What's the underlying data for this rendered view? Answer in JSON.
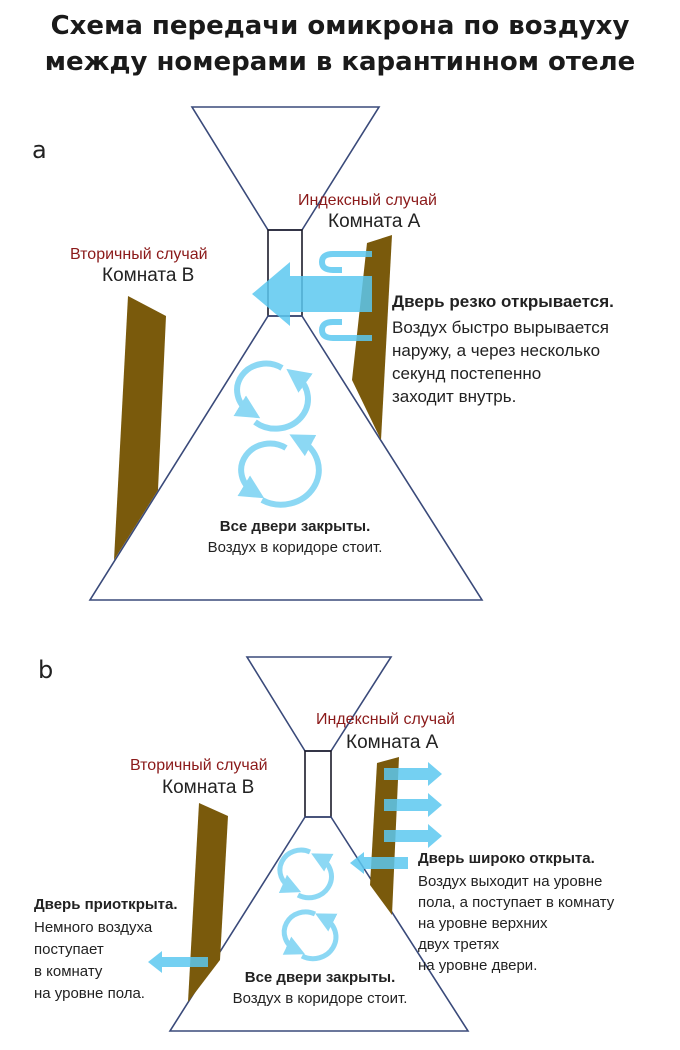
{
  "title": {
    "line1": "Схема передачи омикрона по воздуху",
    "line2": "между номерами в карантинном отеле"
  },
  "panel_a": {
    "letter": "a",
    "index_case": "Индексный случай",
    "room_a": "Комната А",
    "secondary_case": "Вторичный случай",
    "room_b": "Комната B",
    "door_heading": "Дверь резко открывается.",
    "door_lines": [
      "Воздух быстро вырывается",
      "наружу, а через несколько",
      "секунд постепенно",
      "заходит внутрь."
    ],
    "corridor_heading": "Все двери закрыты.",
    "corridor_text": "Воздух в коридоре стоит."
  },
  "panel_b": {
    "letter": "b",
    "index_case": "Индексный случай",
    "room_a": "Комната А",
    "secondary_case": "Вторичный случай",
    "room_b": "Комната B",
    "door_a_heading": "Дверь широко открыта.",
    "door_a_lines": [
      "Воздух выходит на уровне",
      "пола, а поступает в комнату",
      "на уровне верхних",
      "двух третях",
      "на уровне двери."
    ],
    "door_b_heading": "Дверь приоткрыта.",
    "door_b_lines": [
      "Немного воздуха",
      "поступает",
      "в комнату",
      "на уровне пола."
    ],
    "corridor_heading": "Все двери закрыты.",
    "corridor_text": "Воздух в коридоре стоит."
  },
  "colors": {
    "door": "#7a5a0c",
    "arrow": "#5cc8f0",
    "outline": "#3a4a7a",
    "case_label": "#8b1a1a"
  }
}
